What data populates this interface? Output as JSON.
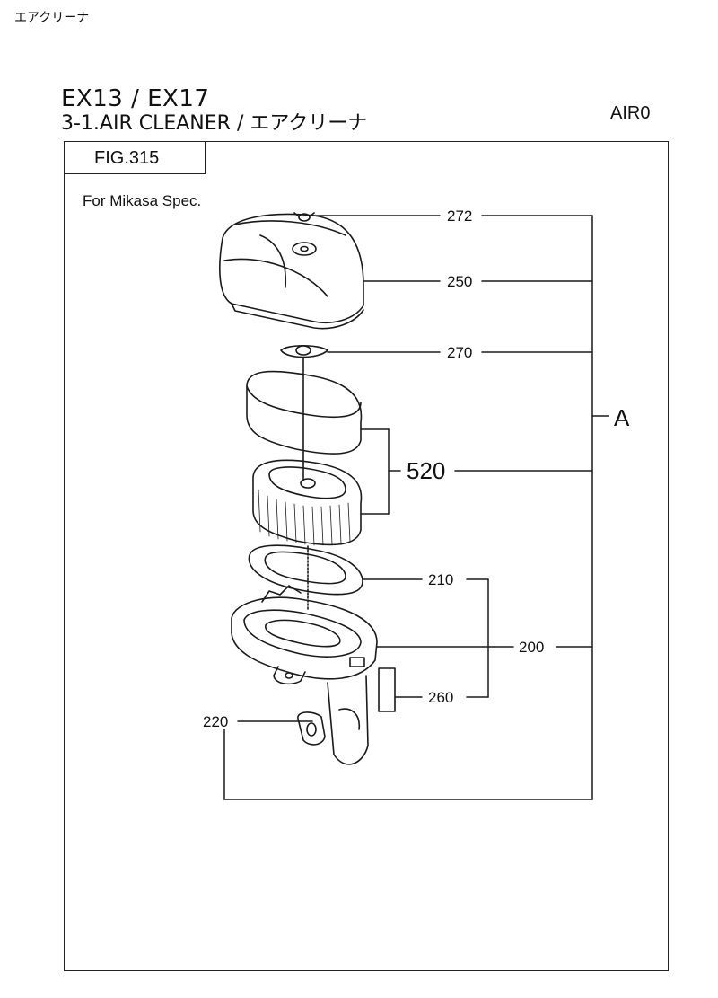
{
  "header": {
    "top_left": "エアクリーナ"
  },
  "title": {
    "model": "EX13 / EX17",
    "section": "3-1.AIR CLEANER / エアクリーナ",
    "code": "AIR0"
  },
  "figure": {
    "label": "FIG.315",
    "note": "For Mikasa Spec.",
    "callouts": {
      "c272": "272",
      "c250": "250",
      "c270": "270",
      "c520": "520",
      "c210": "210",
      "c200": "200",
      "c260": "260",
      "c220": "220",
      "assembly": "A"
    }
  }
}
